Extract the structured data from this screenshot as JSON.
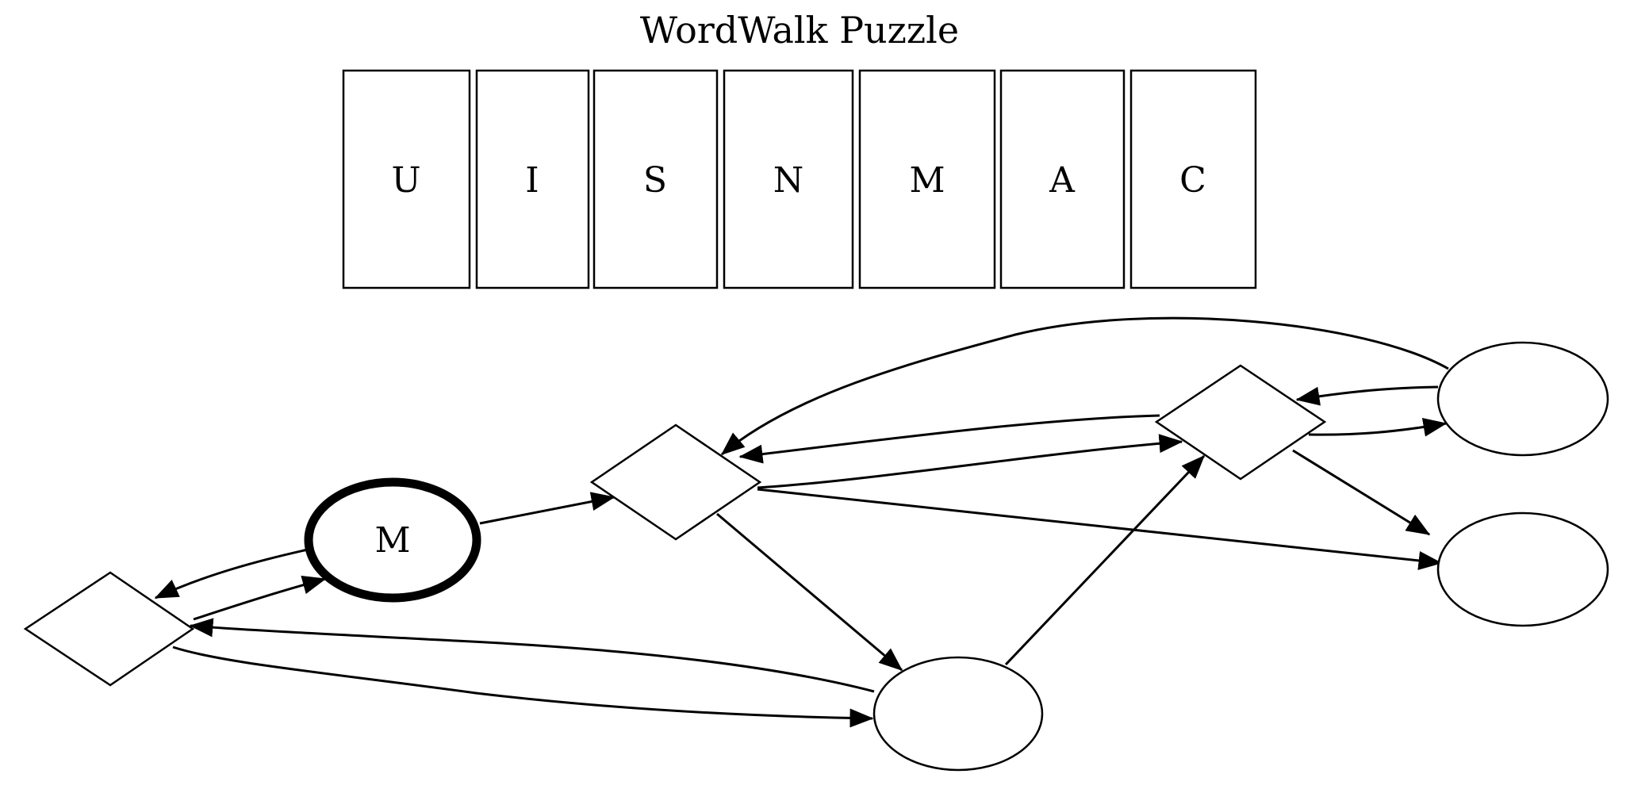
{
  "title": "WordWalk Puzzle",
  "letters": [
    "U",
    "I",
    "S",
    "N",
    "M",
    "A",
    "C"
  ],
  "graph": {
    "nodes": [
      {
        "id": "diamond-left",
        "shape": "diamond",
        "label": ""
      },
      {
        "id": "start",
        "shape": "ellipse",
        "label": "M",
        "highlighted": true
      },
      {
        "id": "diamond-mid",
        "shape": "diamond",
        "label": ""
      },
      {
        "id": "ellipse-bottom",
        "shape": "ellipse",
        "label": ""
      },
      {
        "id": "diamond-right",
        "shape": "diamond",
        "label": ""
      },
      {
        "id": "ellipse-top-right",
        "shape": "ellipse",
        "label": ""
      },
      {
        "id": "ellipse-right",
        "shape": "ellipse",
        "label": ""
      }
    ],
    "edges": [
      {
        "from": "start",
        "to": "diamond-left"
      },
      {
        "from": "diamond-left",
        "to": "start"
      },
      {
        "from": "start",
        "to": "diamond-mid"
      },
      {
        "from": "diamond-mid",
        "to": "diamond-right"
      },
      {
        "from": "diamond-right",
        "to": "diamond-mid"
      },
      {
        "from": "diamond-mid",
        "to": "ellipse-bottom"
      },
      {
        "from": "diamond-mid",
        "to": "ellipse-right"
      },
      {
        "from": "diamond-right",
        "to": "ellipse-top-right"
      },
      {
        "from": "ellipse-top-right",
        "to": "diamond-right"
      },
      {
        "from": "ellipse-top-right",
        "to": "diamond-mid"
      },
      {
        "from": "diamond-right",
        "to": "ellipse-right"
      },
      {
        "from": "ellipse-bottom",
        "to": "diamond-right"
      },
      {
        "from": "ellipse-bottom",
        "to": "diamond-left"
      },
      {
        "from": "diamond-left",
        "to": "ellipse-bottom"
      }
    ]
  }
}
